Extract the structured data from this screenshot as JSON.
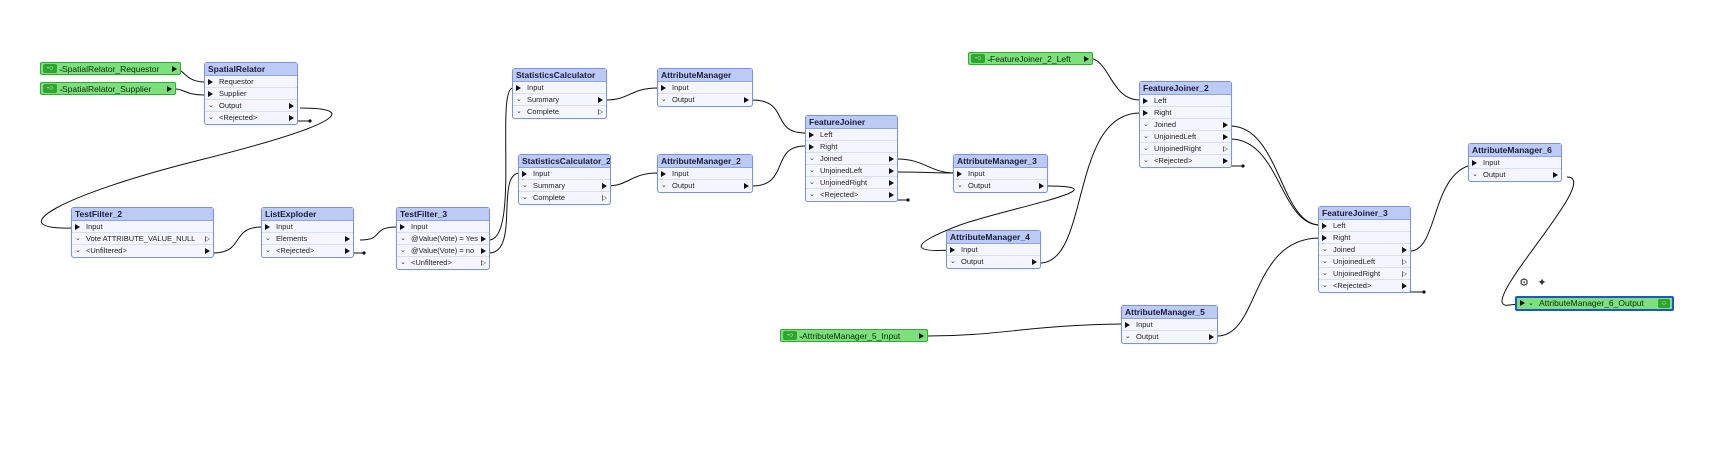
{
  "canvas": {
    "connectors": [
      {
        "label": "SpatialRelator_Requestor",
        "kind": "input",
        "icon": "connector-icon"
      },
      {
        "label": "SpatialRelator_Supplier",
        "kind": "input",
        "icon": "connector-icon"
      },
      {
        "label": "FeatureJoiner_2_Left",
        "kind": "input",
        "icon": "connector-icon"
      },
      {
        "label": "AttributeManager_5_Input",
        "kind": "input",
        "icon": "connector-icon"
      },
      {
        "label": "AttributeManager_6_Output",
        "kind": "output",
        "icon": "connector-icon"
      }
    ],
    "nodes": {
      "spatialrelator": {
        "title": "SpatialRelator",
        "ports": [
          "Requestor",
          "Supplier",
          "Output",
          "<Rejected>"
        ]
      },
      "testfilter2": {
        "title": "TestFilter_2",
        "ports": [
          "Input",
          "Vote ATTRIBUTE_VALUE_NULL",
          "<Unfiltered>"
        ]
      },
      "listexploder": {
        "title": "ListExploder",
        "ports": [
          "Input",
          "Elements",
          "<Rejected>"
        ]
      },
      "testfilter3": {
        "title": "TestFilter_3",
        "ports": [
          "Input",
          "@Value(Vote) = Yes",
          "@Value(Vote) = no",
          "<Unfiltered>"
        ]
      },
      "statcalc": {
        "title": "StatisticsCalculator",
        "ports": [
          "Input",
          "Summary",
          "Complete"
        ]
      },
      "statcalc2": {
        "title": "StatisticsCalculator_2",
        "ports": [
          "Input",
          "Summary",
          "Complete"
        ]
      },
      "attrmgr": {
        "title": "AttributeManager",
        "ports": [
          "Input",
          "Output"
        ]
      },
      "attrmgr2": {
        "title": "AttributeManager_2",
        "ports": [
          "Input",
          "Output"
        ]
      },
      "featurejoiner": {
        "title": "FeatureJoiner",
        "ports": [
          "Left",
          "Right",
          "Joined",
          "UnjoinedLeft",
          "UnjoinedRight",
          "<Rejected>"
        ]
      },
      "attrmgr3": {
        "title": "AttributeManager_3",
        "ports": [
          "Input",
          "Output"
        ]
      },
      "attrmgr4": {
        "title": "AttributeManager_4",
        "ports": [
          "Input",
          "Output"
        ]
      },
      "featurejoiner2": {
        "title": "FeatureJoiner_2",
        "ports": [
          "Left",
          "Right",
          "Joined",
          "UnjoinedLeft",
          "UnjoinedRight",
          "<Rejected>"
        ]
      },
      "attrmgr5": {
        "title": "AttributeManager_5",
        "ports": [
          "Input",
          "Output"
        ]
      },
      "featurejoiner3": {
        "title": "FeatureJoiner_3",
        "ports": [
          "Left",
          "Right",
          "Joined",
          "UnjoinedLeft",
          "UnjoinedRight",
          "<Rejected>"
        ]
      },
      "attrmgr6": {
        "title": "AttributeManager_6",
        "ports": [
          "Input",
          "Output"
        ]
      }
    },
    "toolbar": {
      "settings_icon": "gear-icon",
      "quick_add_icon": "sparkle-icon"
    }
  }
}
